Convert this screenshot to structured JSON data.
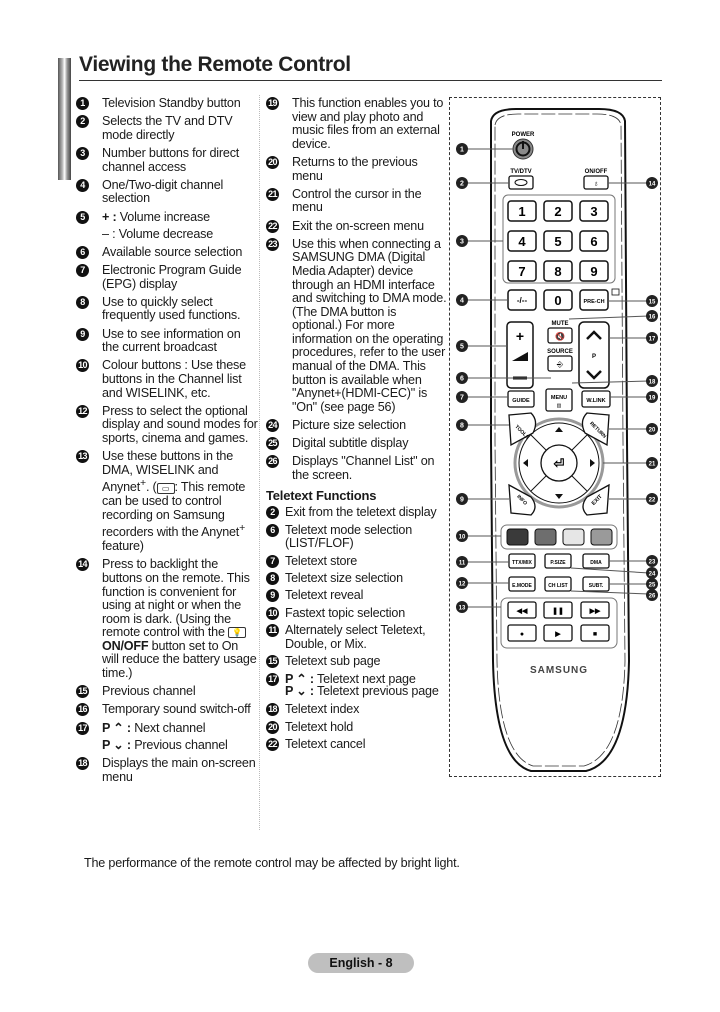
{
  "header": {
    "title": "Viewing the Remote Control"
  },
  "left_column": [
    {
      "n": "1",
      "text": "Television Standby button"
    },
    {
      "n": "2",
      "text": "Selects the TV and DTV mode directly"
    },
    {
      "n": "3",
      "text": "Number buttons for direct channel access"
    },
    {
      "n": "4",
      "text": "One/Two-digit channel selection"
    },
    {
      "n": "5",
      "key": "+ :",
      "text": "Volume increase",
      "sub_key": "– :",
      "sub_text": "Volume decrease"
    },
    {
      "n": "6",
      "text": "Available source selection"
    },
    {
      "n": "7",
      "text": "Electronic Program Guide (EPG) display"
    },
    {
      "n": "8",
      "text": "Use to quickly select frequently used functions."
    },
    {
      "n": "9",
      "text": "Use to see information on the current broadcast"
    },
    {
      "n": "10",
      "text": "Colour buttons : Use these buttons in the Channel list and WISELINK, etc."
    },
    {
      "n": "12",
      "text": "Press to select the optional display and sound modes for sports, cinema and games."
    },
    {
      "n": "13",
      "text_a": "Use these buttons in the DMA, WISELINK and Anynet",
      "sup": "+",
      "text_b": ". (",
      "text_c": ": This remote can be used to control recording on Samsung recorders with the Anynet",
      "sup2": "+",
      "text_d": " feature)"
    },
    {
      "n": "14",
      "text_a": "Press to backlight the buttons on the remote. This function is convenient for using at night or when the room is dark. (Using the remote control with the ",
      "key": "ON/OFF",
      "text_b": " button set to On will reduce the battery usage time.)"
    },
    {
      "n": "15",
      "text": "Previous channel"
    },
    {
      "n": "16",
      "text": "Temporary sound switch-off"
    },
    {
      "n": "17",
      "key": "P ⌃ :",
      "text": "Next channel",
      "sub_key": "P ⌄ :",
      "sub_text": "Previous channel"
    },
    {
      "n": "18",
      "text": "Displays the main on-screen menu"
    }
  ],
  "right_column": [
    {
      "n": "19",
      "text": "This function enables you to view and play photo and music files from an external device."
    },
    {
      "n": "20",
      "text": "Returns to the previous menu"
    },
    {
      "n": "21",
      "text": "Control the cursor in the menu"
    },
    {
      "n": "22",
      "text": "Exit the on-screen menu"
    },
    {
      "n": "23",
      "text": "Use this when connecting a SAMSUNG DMA (Digital Media Adapter) device through an HDMI interface and switching to DMA mode. (The DMA button is optional.) For more information on the operating procedures, refer to the user manual of the DMA. This button is available when \"Anynet+(HDMI-CEC)\" is \"On\" (see page 56)"
    },
    {
      "n": "24",
      "text": "Picture size selection"
    },
    {
      "n": "25",
      "text": "Digital subtitle display"
    },
    {
      "n": "26",
      "text": "Displays \"Channel List\" on the screen."
    }
  ],
  "teletext": {
    "heading": "Teletext Functions",
    "items": [
      {
        "n": "2",
        "text": "Exit from the teletext display"
      },
      {
        "n": "6",
        "text": "Teletext mode selection (LIST/FLOF)"
      },
      {
        "n": "7",
        "text": "Teletext store"
      },
      {
        "n": "8",
        "text": "Teletext size selection"
      },
      {
        "n": "9",
        "text": "Teletext reveal"
      },
      {
        "n": "10",
        "text": "Fastext topic selection"
      },
      {
        "n": "11",
        "text": "Alternately select Teletext, Double, or Mix."
      },
      {
        "n": "15",
        "text": "Teletext sub page"
      },
      {
        "n": "17",
        "key": "P ⌃ :",
        "text": "Teletext next page",
        "sub_key": "P ⌄ :",
        "sub_text": "Teletext previous page"
      },
      {
        "n": "18",
        "text": "Teletext index"
      },
      {
        "n": "20",
        "text": "Teletext hold"
      },
      {
        "n": "22",
        "text": "Teletext cancel"
      }
    ]
  },
  "remote": {
    "labels": {
      "power": "POWER",
      "tvdtv": "TV/DTV",
      "onoff": "ON/OFF",
      "digits": [
        "1",
        "2",
        "3",
        "4",
        "5",
        "6",
        "7",
        "8",
        "9"
      ],
      "dash": "-/--",
      "zero": "0",
      "prech": "PRE-CH",
      "mute": "MUTE",
      "source": "SOURCE",
      "p": "P",
      "guide": "GUIDE",
      "menu": "MENU",
      "wlink": "W.LINK",
      "tools": "TOOLS",
      "return": "RETURN",
      "info": "INFO",
      "exit": "EXIT",
      "ttx": "TTX/MIX",
      "psize": "P.SIZE",
      "dma": "DMA",
      "emode": "E.MODE",
      "chlist": "CH LIST",
      "subt": "SUBT.",
      "brand": "SAMSUNG"
    },
    "colour_buttons": [
      "#3a3a3a",
      "#6e6e6e",
      "#e6e6e6",
      "#9a9a9a"
    ],
    "callouts_left": [
      "1",
      "2",
      "3",
      "4",
      "5",
      "6",
      "7",
      "8",
      "9",
      "10",
      "11",
      "12",
      "13"
    ],
    "callouts_right": [
      "14",
      "15",
      "16",
      "17",
      "18",
      "19",
      "20",
      "21",
      "22",
      "23",
      "24",
      "25",
      "26"
    ]
  },
  "footer": {
    "note": "The performance of the remote control may be affected by bright light.",
    "page": "English - 8"
  }
}
